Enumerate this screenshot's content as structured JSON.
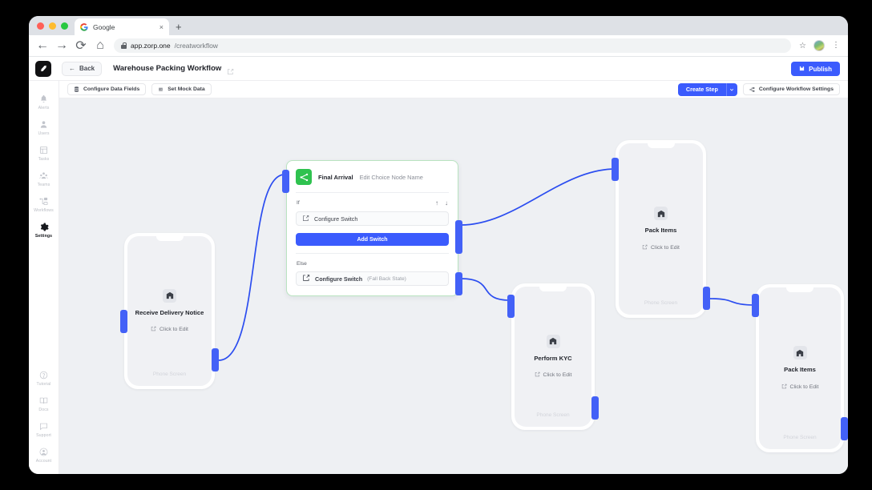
{
  "browser": {
    "tab": {
      "title": "Google",
      "favicon": "google-icon",
      "close": "×"
    },
    "new_tab_label": "+",
    "url_prefix": "app.zorp.one",
    "url_path": "/creatworkflow",
    "nav": {
      "back": "←",
      "forward": "→",
      "reload": "⟳",
      "home": "⌂"
    },
    "star": "☆",
    "kebab": "⋮"
  },
  "app_header": {
    "logo": "zorp-logo",
    "back_label": "Back",
    "title": "Warehouse Packing Workflow",
    "publish_label": "Publish"
  },
  "sidebar": {
    "items": [
      {
        "label": "Alerts",
        "icon": "bell-icon",
        "active": false
      },
      {
        "label": "Users",
        "icon": "user-icon",
        "active": false
      },
      {
        "label": "Tasks",
        "icon": "list-icon",
        "active": false
      },
      {
        "label": "Teams",
        "icon": "teams-icon",
        "active": false
      },
      {
        "label": "Workflows",
        "icon": "workflows-icon",
        "active": false
      },
      {
        "label": "Settings",
        "icon": "gear-icon",
        "active": true
      }
    ],
    "bottom_items": [
      {
        "label": "Tutorial",
        "icon": "question-circle-icon"
      },
      {
        "label": "Docs",
        "icon": "book-icon"
      },
      {
        "label": "Support",
        "icon": "chat-icon"
      },
      {
        "label": "Account",
        "icon": "account-icon"
      }
    ]
  },
  "toolbar": {
    "configure_data_fields": "Configure Data Fields",
    "set_mock_data": "Set Mock Data",
    "create_step": "Create Step",
    "create_step_caret": "⌄",
    "configure_workflow_settings": "Configure Workflow Settings"
  },
  "canvas": {
    "choice_node": {
      "name": "Final Arrival",
      "subtitle": "Edit Choice Node Name",
      "icon": "choice-branch-icon",
      "if_label": "If",
      "arrow_up": "↑",
      "arrow_down": "↓",
      "configure_switch": "Configure Switch",
      "add_switch": "Add Switch",
      "else_label": "Else",
      "fallback_switch": "Configure Switch",
      "fallback_note": "(Fall Back State)"
    },
    "nodes": [
      {
        "title": "Receive Delivery Notice",
        "edit_label": "Click to Edit",
        "caption": "Phone Screen",
        "icon": "warehouse-icon"
      },
      {
        "title": "Pack Items",
        "edit_label": "Click to Edit",
        "caption": "Phone Screen",
        "icon": "warehouse-icon"
      },
      {
        "title": "Perform KYC",
        "edit_label": "Click to Edit",
        "caption": "Phone Screen",
        "icon": "warehouse-icon"
      },
      {
        "title": "Pack Items",
        "edit_label": "Click to Edit",
        "caption": "Phone Screen",
        "icon": "warehouse-icon"
      }
    ]
  },
  "colors": {
    "accent_blue": "#3b5bfd",
    "handle_blue": "#4361f7",
    "choice_green": "#2fc24f",
    "canvas_bg": "#eef0f3",
    "page_bg": "#000000"
  }
}
